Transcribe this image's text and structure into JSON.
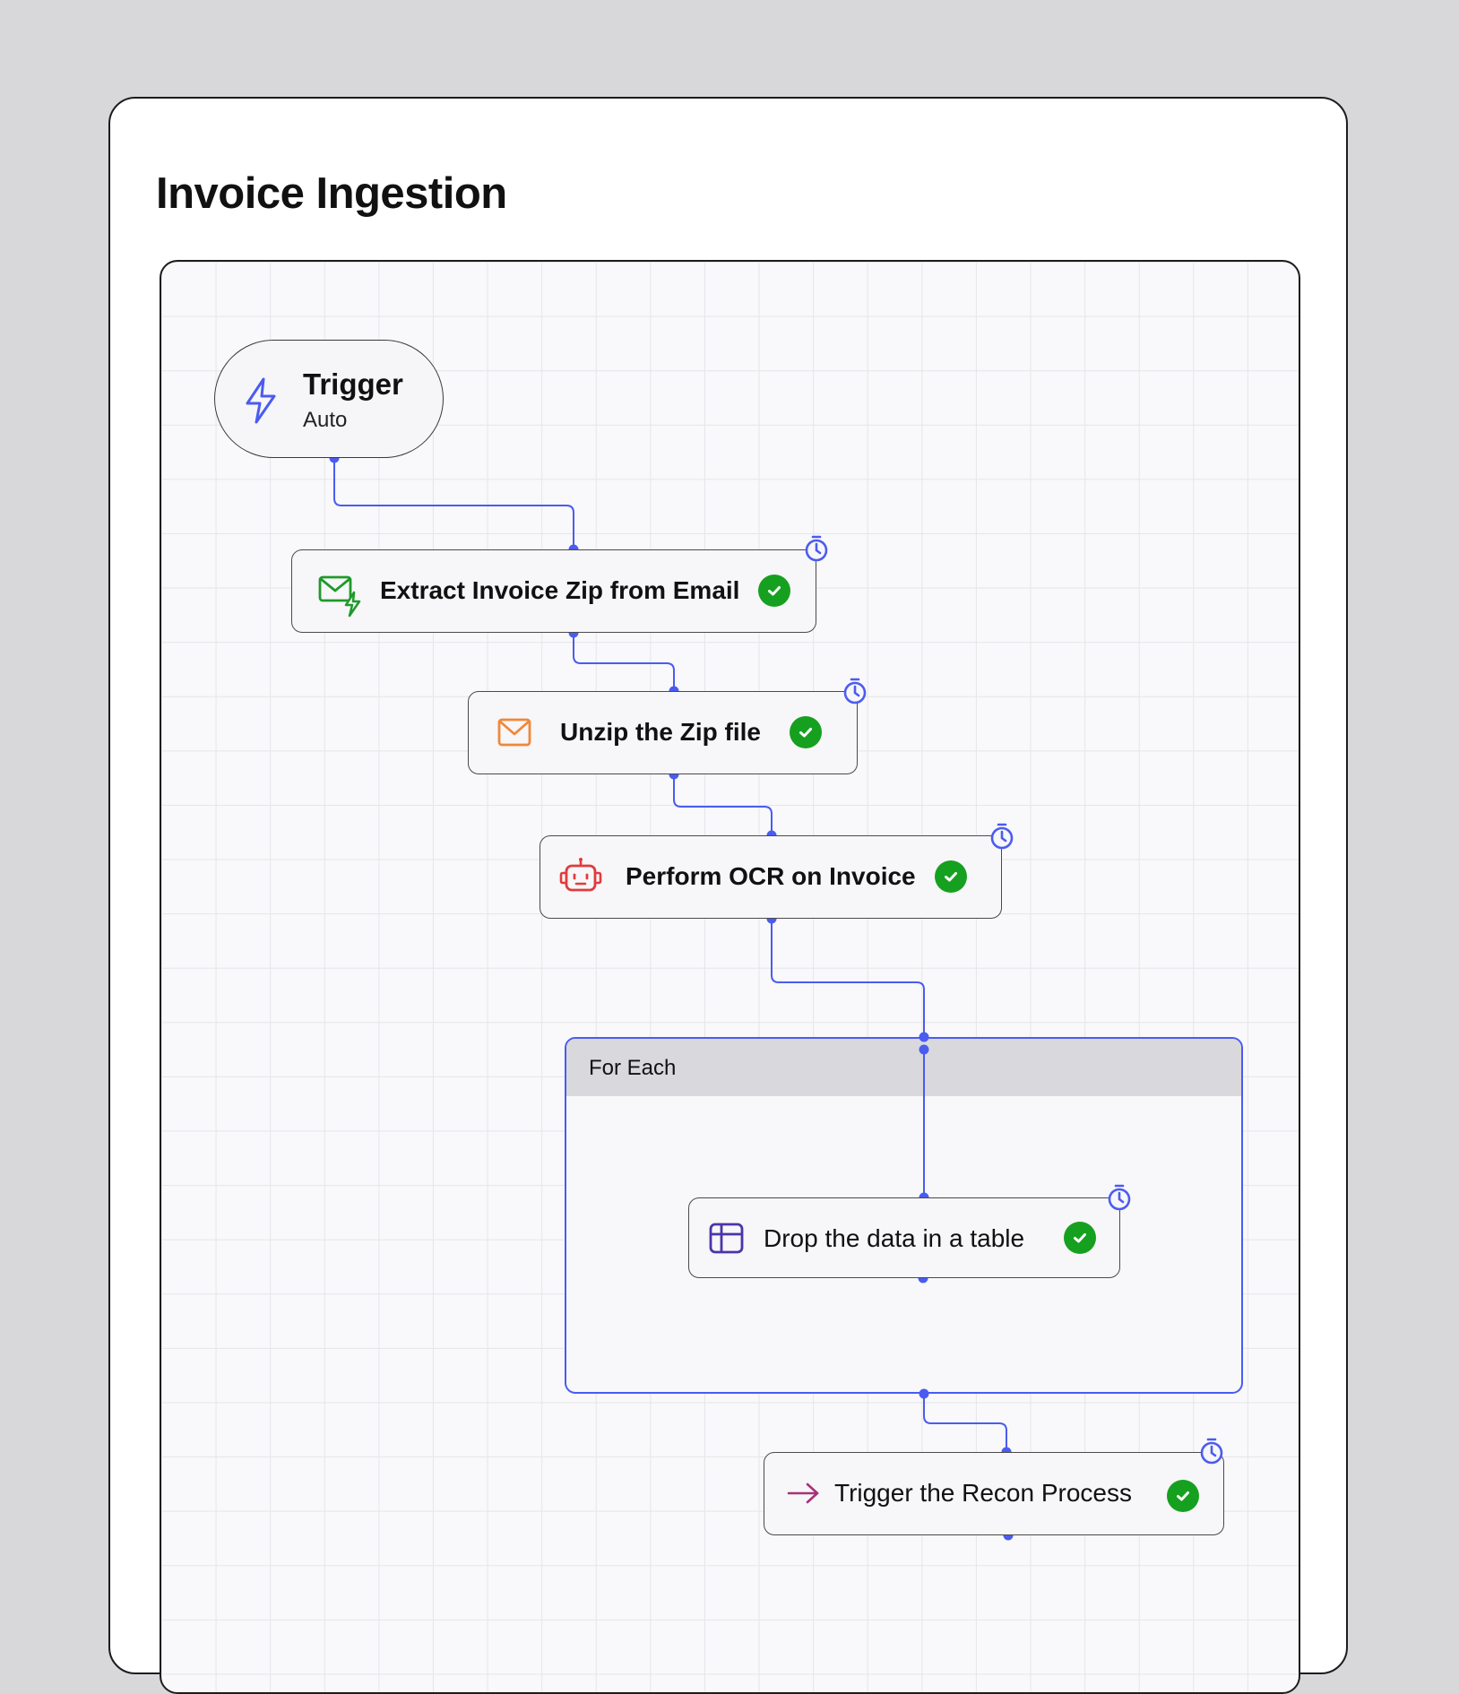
{
  "page": {
    "title": "Invoice Ingestion"
  },
  "trigger": {
    "title": "Trigger",
    "subtitle": "Auto",
    "icon": "lightning-icon"
  },
  "nodes": [
    {
      "label": "Extract Invoice Zip from Email",
      "icon": "mail-bolt-icon",
      "status": "success"
    },
    {
      "label": "Unzip the Zip file",
      "icon": "envelope-icon",
      "status": "success"
    },
    {
      "label": "Perform OCR on Invoice",
      "icon": "robot-icon",
      "status": "success"
    },
    {
      "label": "Drop the data in a table",
      "icon": "table-icon",
      "status": "success"
    },
    {
      "label": "Trigger the Recon Process",
      "icon": "arrow-right-icon",
      "status": "success"
    }
  ],
  "group": {
    "title": "For Each"
  },
  "colors": {
    "connector": "#4a5cf0",
    "success": "#16a01f",
    "mail_icon": "#1f9a2a",
    "envelope_icon": "#f0883a",
    "robot_icon": "#e03c3c",
    "table_icon": "#4b35a8",
    "arrow_icon": "#a8307a"
  }
}
